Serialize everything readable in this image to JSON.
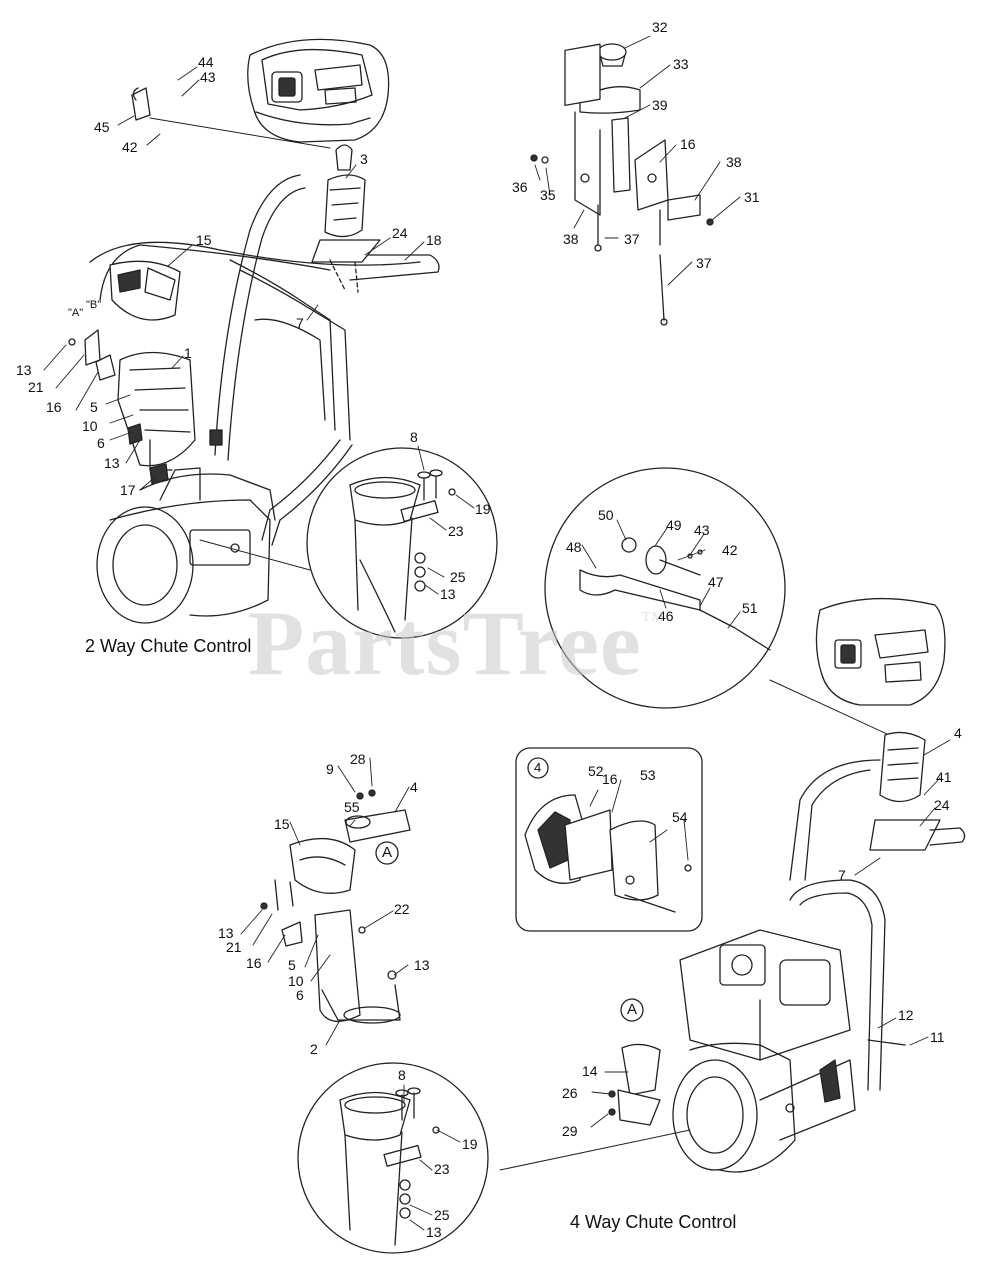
{
  "captions": {
    "two_way": "2 Way Chute Control",
    "four_way": "4 Way Chute Control"
  },
  "watermark": {
    "text": "PartsTree",
    "tm": "TM"
  },
  "inset_box_label": "4",
  "ref_a": "A",
  "ab_labels": {
    "a": "\"A\"",
    "b": "\"B\""
  },
  "parts": [
    {
      "id": "c44",
      "n": "44"
    },
    {
      "id": "c43a",
      "n": "43"
    },
    {
      "id": "c45",
      "n": "45"
    },
    {
      "id": "c42a",
      "n": "42"
    },
    {
      "id": "c3",
      "n": "3"
    },
    {
      "id": "c15a",
      "n": "15"
    },
    {
      "id": "c24a",
      "n": "24"
    },
    {
      "id": "c18",
      "n": "18"
    },
    {
      "id": "c7a",
      "n": "7"
    },
    {
      "id": "c13a",
      "n": "13"
    },
    {
      "id": "c21a",
      "n": "21"
    },
    {
      "id": "c16a",
      "n": "16"
    },
    {
      "id": "c1",
      "n": "1"
    },
    {
      "id": "c5a",
      "n": "5"
    },
    {
      "id": "c10a",
      "n": "10"
    },
    {
      "id": "c6a",
      "n": "6"
    },
    {
      "id": "c13b",
      "n": "13"
    },
    {
      "id": "c17",
      "n": "17"
    },
    {
      "id": "c8a",
      "n": "8"
    },
    {
      "id": "c19a",
      "n": "19"
    },
    {
      "id": "c23a",
      "n": "23"
    },
    {
      "id": "c25a",
      "n": "25"
    },
    {
      "id": "c13c",
      "n": "13"
    },
    {
      "id": "c32",
      "n": "32"
    },
    {
      "id": "c33",
      "n": "33"
    },
    {
      "id": "c39",
      "n": "39"
    },
    {
      "id": "c16b",
      "n": "16"
    },
    {
      "id": "c38a",
      "n": "38"
    },
    {
      "id": "c36",
      "n": "36"
    },
    {
      "id": "c35",
      "n": "35"
    },
    {
      "id": "c31",
      "n": "31"
    },
    {
      "id": "c38b",
      "n": "38"
    },
    {
      "id": "c37a",
      "n": "37"
    },
    {
      "id": "c37b",
      "n": "37"
    },
    {
      "id": "c50",
      "n": "50"
    },
    {
      "id": "c49",
      "n": "49"
    },
    {
      "id": "c43b",
      "n": "43"
    },
    {
      "id": "c48",
      "n": "48"
    },
    {
      "id": "c42b",
      "n": "42"
    },
    {
      "id": "c47",
      "n": "47"
    },
    {
      "id": "c46",
      "n": "46"
    },
    {
      "id": "c51",
      "n": "51"
    },
    {
      "id": "c4a",
      "n": "4"
    },
    {
      "id": "c41",
      "n": "41"
    },
    {
      "id": "c24b",
      "n": "24"
    },
    {
      "id": "c7b",
      "n": "7"
    },
    {
      "id": "c9",
      "n": "9"
    },
    {
      "id": "c28",
      "n": "28"
    },
    {
      "id": "c4b",
      "n": "4"
    },
    {
      "id": "c55",
      "n": "55"
    },
    {
      "id": "c15b",
      "n": "15"
    },
    {
      "id": "c22",
      "n": "22"
    },
    {
      "id": "c13d",
      "n": "13"
    },
    {
      "id": "c21b",
      "n": "21"
    },
    {
      "id": "c16c",
      "n": "16"
    },
    {
      "id": "c5b",
      "n": "5"
    },
    {
      "id": "c10b",
      "n": "10"
    },
    {
      "id": "c13e",
      "n": "13"
    },
    {
      "id": "c6b",
      "n": "6"
    },
    {
      "id": "c2",
      "n": "2"
    },
    {
      "id": "c52",
      "n": "52"
    },
    {
      "id": "c16d",
      "n": "16"
    },
    {
      "id": "c53",
      "n": "53"
    },
    {
      "id": "c54",
      "n": "54"
    },
    {
      "id": "c12",
      "n": "12"
    },
    {
      "id": "c11",
      "n": "11"
    },
    {
      "id": "c14",
      "n": "14"
    },
    {
      "id": "c26",
      "n": "26"
    },
    {
      "id": "c29",
      "n": "29"
    },
    {
      "id": "c8b",
      "n": "8"
    },
    {
      "id": "c19b",
      "n": "19"
    },
    {
      "id": "c23b",
      "n": "23"
    },
    {
      "id": "c25b",
      "n": "25"
    },
    {
      "id": "c13f",
      "n": "13"
    }
  ]
}
